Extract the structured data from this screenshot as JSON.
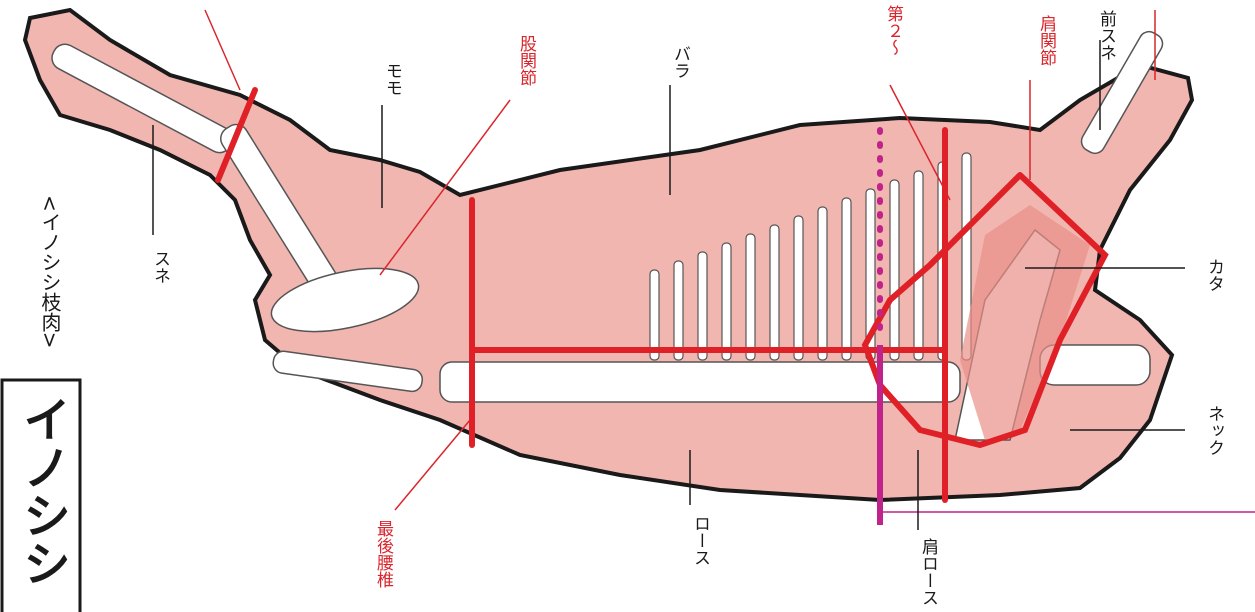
{
  "title_box": {
    "text": "イノシシ"
  },
  "subtitle": "<イノシシ枝肉>",
  "cut_labels": {
    "mome": "モモ",
    "bara": "バラ",
    "sune": "スネ",
    "maesune": "前スネ",
    "kata": "カタ",
    "neck": "ネック",
    "loin": "ロース",
    "kataloin": "肩ロース"
  },
  "joint_labels": {
    "hip_joint": "股関節",
    "shoulder_joint": "肩関節",
    "last_lumbar": "最後腰椎",
    "rib_marker": "第２〜"
  },
  "colors": {
    "meat": "#f2b6b1",
    "outline": "#1a1a1a",
    "cut_line": "#e02027",
    "label_red": "#d9252b",
    "marker_magenta": "#c0248a",
    "bone": "#ffffff"
  }
}
